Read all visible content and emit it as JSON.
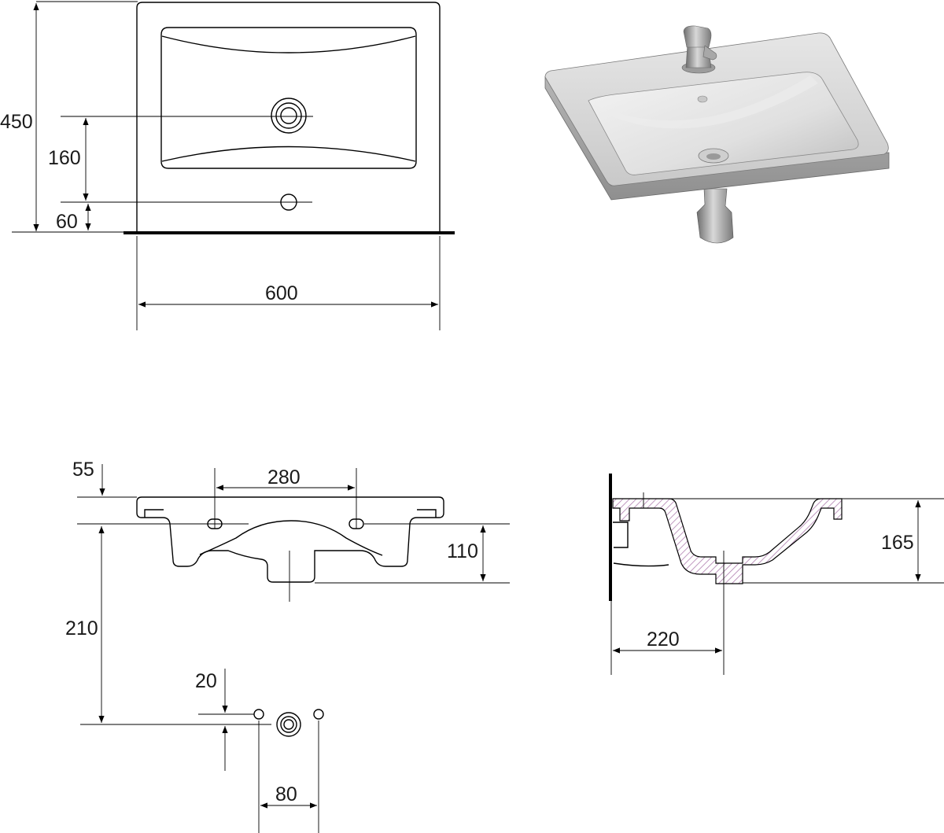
{
  "top_view": {
    "dim_height": "450",
    "dim_tap_to_drain": "160",
    "dim_drain_to_back": "60",
    "dim_width": "600"
  },
  "front_view": {
    "dim_lip": "55",
    "dim_fixing_spacing": "280",
    "dim_body_height": "110",
    "dim_fixing_height": "210"
  },
  "wall_fixings": {
    "dim_offset": "20",
    "dim_spacing": "80"
  },
  "side_view": {
    "dim_depth": "165",
    "dim_drain_from_wall": "220"
  },
  "colors": {
    "line": "#000000",
    "section_hatch": "#b07fb0",
    "render_ceramic": "#d9d9d9"
  }
}
